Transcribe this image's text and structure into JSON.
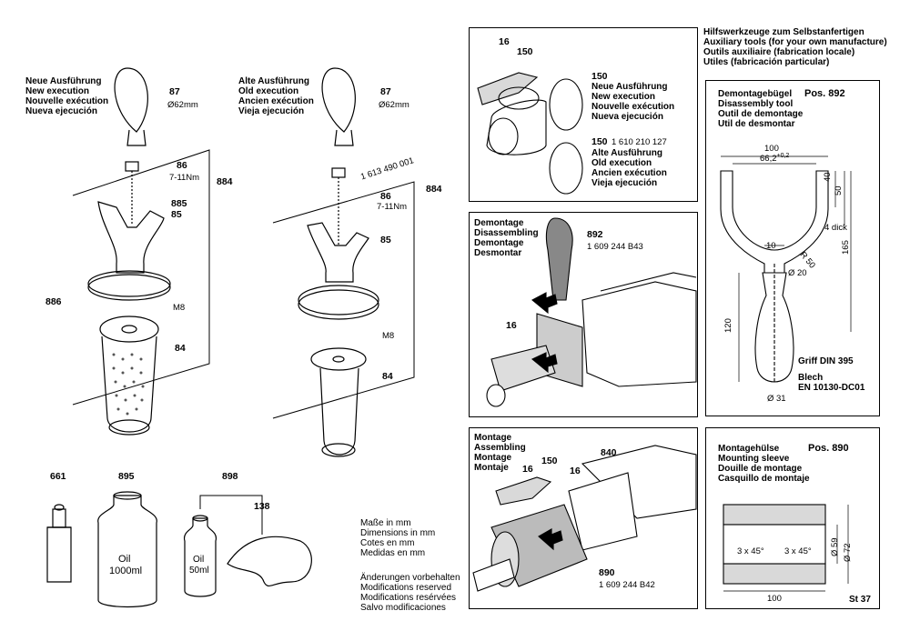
{
  "new_execution": {
    "heading": [
      "Neue Ausführung",
      "New execution",
      "Nouvelle exécution",
      "Nueva ejecución"
    ],
    "p87": "87",
    "p87_dia": "Ø62mm",
    "p86": "86",
    "p86_torque": "7-11Nm",
    "p884": "884",
    "p885": "885",
    "p85": "85",
    "p886": "886",
    "m8": "M8",
    "p84": "84"
  },
  "old_execution": {
    "heading": [
      "Alte Ausführung",
      "Old execution",
      "Ancien exécution",
      "Vieja ejecución"
    ],
    "p87": "87",
    "p87_dia": "Ø62mm",
    "partno": "1 613 490 001",
    "p86": "86",
    "p86_torque": "7-11Nm",
    "p884": "884",
    "p85": "85",
    "m8": "M8",
    "p84": "84"
  },
  "consumables": {
    "p661": "661",
    "p895": "895",
    "p898": "898",
    "p138": "138",
    "bottle_large": [
      "Oil",
      "1000ml"
    ],
    "bottle_small": [
      "Oil",
      "50ml"
    ]
  },
  "units_note": [
    "Maße in mm",
    "Dimensions in mm",
    "Cotes en mm",
    "Medidas en mm"
  ],
  "modifications_note": [
    "Änderungen vorbehalten",
    "Modifications reserved",
    "Modifications resérvées",
    "Salvo modificaciones"
  ],
  "seal_panel": {
    "p16": "16",
    "p150": "150",
    "p150b": "150",
    "new_text": [
      "Neue Ausführung",
      "New execution",
      "Nouvelle exécution",
      "Nueva ejecución"
    ],
    "p150c": "150",
    "partno": "1 610 210 127",
    "old_text": [
      "Alte Ausführung",
      "Old execution",
      "Ancien exécution",
      "Vieja ejecución"
    ]
  },
  "disassembly_panel": {
    "heading": [
      "Demontage",
      "Disassembling",
      "Demontage",
      "Desmontar"
    ],
    "p892": "892",
    "partno": "1 609 244 B43",
    "p16": "16"
  },
  "assembly_panel": {
    "heading": [
      "Montage",
      "Assembling",
      "Montage",
      "Montaje"
    ],
    "p16a": "16",
    "p150": "150",
    "p840": "840",
    "p16b": "16",
    "p890": "890",
    "partno": "1 609 244 B42"
  },
  "aux_tools": {
    "heading": [
      "Hilfswerkzeuge zum Selbstanfertigen",
      "Auxiliary tools (for your own manufacture)",
      "Outils auxiliaire (fabrication locale)",
      "Utiles (fabricación particular)"
    ]
  },
  "tool_892": {
    "names": [
      "Demontagebügel",
      "Disassembly tool",
      "Outil de demontage",
      "Util de desmontar"
    ],
    "pos": "Pos. 892",
    "d100": "100",
    "d66": "66,2",
    "d66_tol": "+0,2",
    "d40": "40",
    "d50": "50",
    "d4": "4 dick",
    "d10": "10",
    "r50": "R 50",
    "d20": "Ø 20",
    "d165": "165",
    "d120": "120",
    "griff": "Griff DIN 395",
    "blech": [
      "Blech",
      "EN 10130-DC01"
    ],
    "d31": "Ø 31"
  },
  "tool_890": {
    "names": [
      "Montagehülse",
      "Mounting sleeve",
      "Douille de montage",
      "Casquillo de montaje"
    ],
    "pos": "Pos. 890",
    "chamfer1": "3 x 45°",
    "chamfer2": "3 x 45°",
    "d59": "Ø 59",
    "d72": "Ø 72",
    "d100": "100",
    "material": "St 37"
  }
}
